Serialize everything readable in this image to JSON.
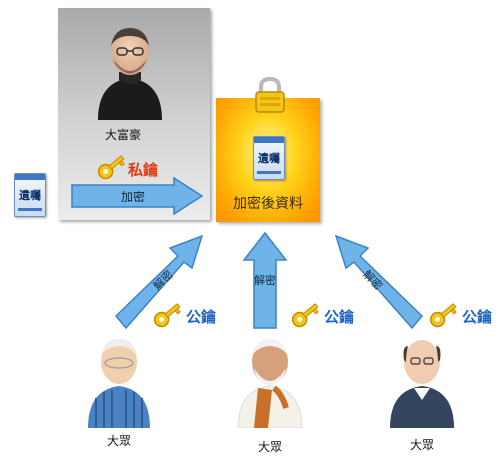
{
  "labels": {
    "rich_person": "大富豪",
    "private_key": "私鑰",
    "public_key": "公鑰",
    "encrypt": "加密",
    "decrypt": "解密",
    "encrypted_data": "加密後資料",
    "will": "遺囑",
    "public": "大眾"
  },
  "colors": {
    "private_key_text": "#e23a15",
    "public_key_text": "#1d63c8",
    "arrow_fill": "#6fb4e8",
    "enc_box": "#ffc21a"
  },
  "icons": [
    "lock-icon",
    "key-icon",
    "document-icon",
    "person-icon",
    "arrow-icon"
  ]
}
